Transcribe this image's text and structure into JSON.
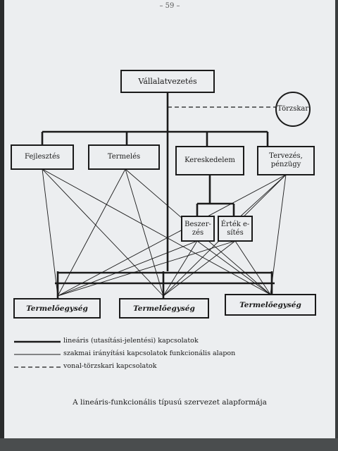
{
  "page_number": "– 59 –",
  "nodes": {
    "vallalatvezetes": "Vállalatvezetés",
    "torzskar": "Törzskar",
    "fejlesztes": "Fejlesztés",
    "termeles": "Termelés",
    "kereskedelem": "Kereskedelem",
    "tervezes_l1": "Tervezés,",
    "tervezes_l2": "pénzügy",
    "beszerzes_l1": "Beszer-",
    "beszerzes_l2": "zés",
    "ertekesites_l1": "Érték e-",
    "ertekesites_l2": "sítés",
    "termelo1": "Termelőegység",
    "termelo2": "Termelőegység",
    "termelo3": "Termelőegység"
  },
  "legend": {
    "thick": "lineáris (utasítási-jelentési) kapcsolatok",
    "thin": "szakmai irányítási kapcsolatok funkcionális alapon",
    "dashed": "vonal-törzskari kapcsolatok"
  },
  "caption": "A lineáris-funkcionális típusú szervezet alapformája"
}
